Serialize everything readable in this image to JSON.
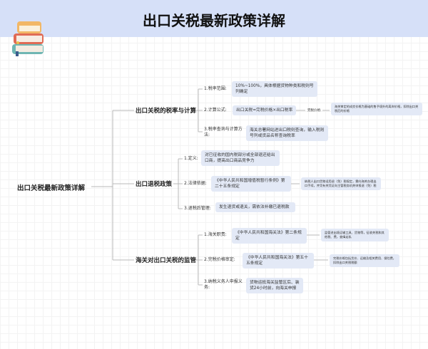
{
  "header": {
    "title": "出口关税最新政策详解",
    "icon": "books-icon"
  },
  "root": "出口关税最新政策详解",
  "branches": [
    {
      "title": "出口关税的税率与计算",
      "items": [
        {
          "label": "1.税率范围:",
          "detail": "10%~100%，具体根据货物种类和税则号列确定"
        },
        {
          "label": "2.计算公式:",
          "detail": "出口关税=完税价格×出口税率",
          "sub_label": "完税价格:",
          "sub_detail": "海关审定的成交价格为基础的售予境外的离岸价格，扣除出口关税后的价格"
        },
        {
          "label": "3.税率查询与计算方法:",
          "detail": "海关总署网站进出口税则查询，输入税则号列或货品名称查询税率"
        }
      ]
    },
    {
      "title": "出口退税政策",
      "items": [
        {
          "label": "1.定义:",
          "detail": "对已征收的国内税部分或全部退还给出口商，提高出口商品竞争力"
        },
        {
          "label": "2.法律依据:",
          "detail": "《中华人民共和国增值税暂行条例》第二十五条规定",
          "sub_detail": "纳税人出口货物适用退（免）税规定，需向海关办理出口手续，并凭有关凭证向主管税务机关申报退（免）税"
        },
        {
          "label": "3.退税后管理:",
          "detail": "发生退货或退关，需依法补缴已退税款"
        }
      ]
    },
    {
      "title": "海关对出口关税的监管",
      "items": [
        {
          "label": "1.海关职责:",
          "detail": "《中华人民共和国海关法》第二条规定",
          "sub_detail": "监管进出境运输工具、货物等，征收关税和其他税、费，查缉走私"
        },
        {
          "label": "2.完税价格审定:",
          "detail": "《中华人民共和国海关法》第五十五条规定",
          "sub_detail": "完税价格包括货价、运输及相关费用、保险费，扣除出口关税税额"
        },
        {
          "label": "3.纳税义务人申报义务:",
          "detail": "货物运抵海关监管区后、装货24小时前，向海关申报"
        }
      ]
    }
  ],
  "colors": {
    "header_bg": "#d6e0f8",
    "box_bg": "#e3e9f6",
    "line": "#b8b8b8"
  }
}
